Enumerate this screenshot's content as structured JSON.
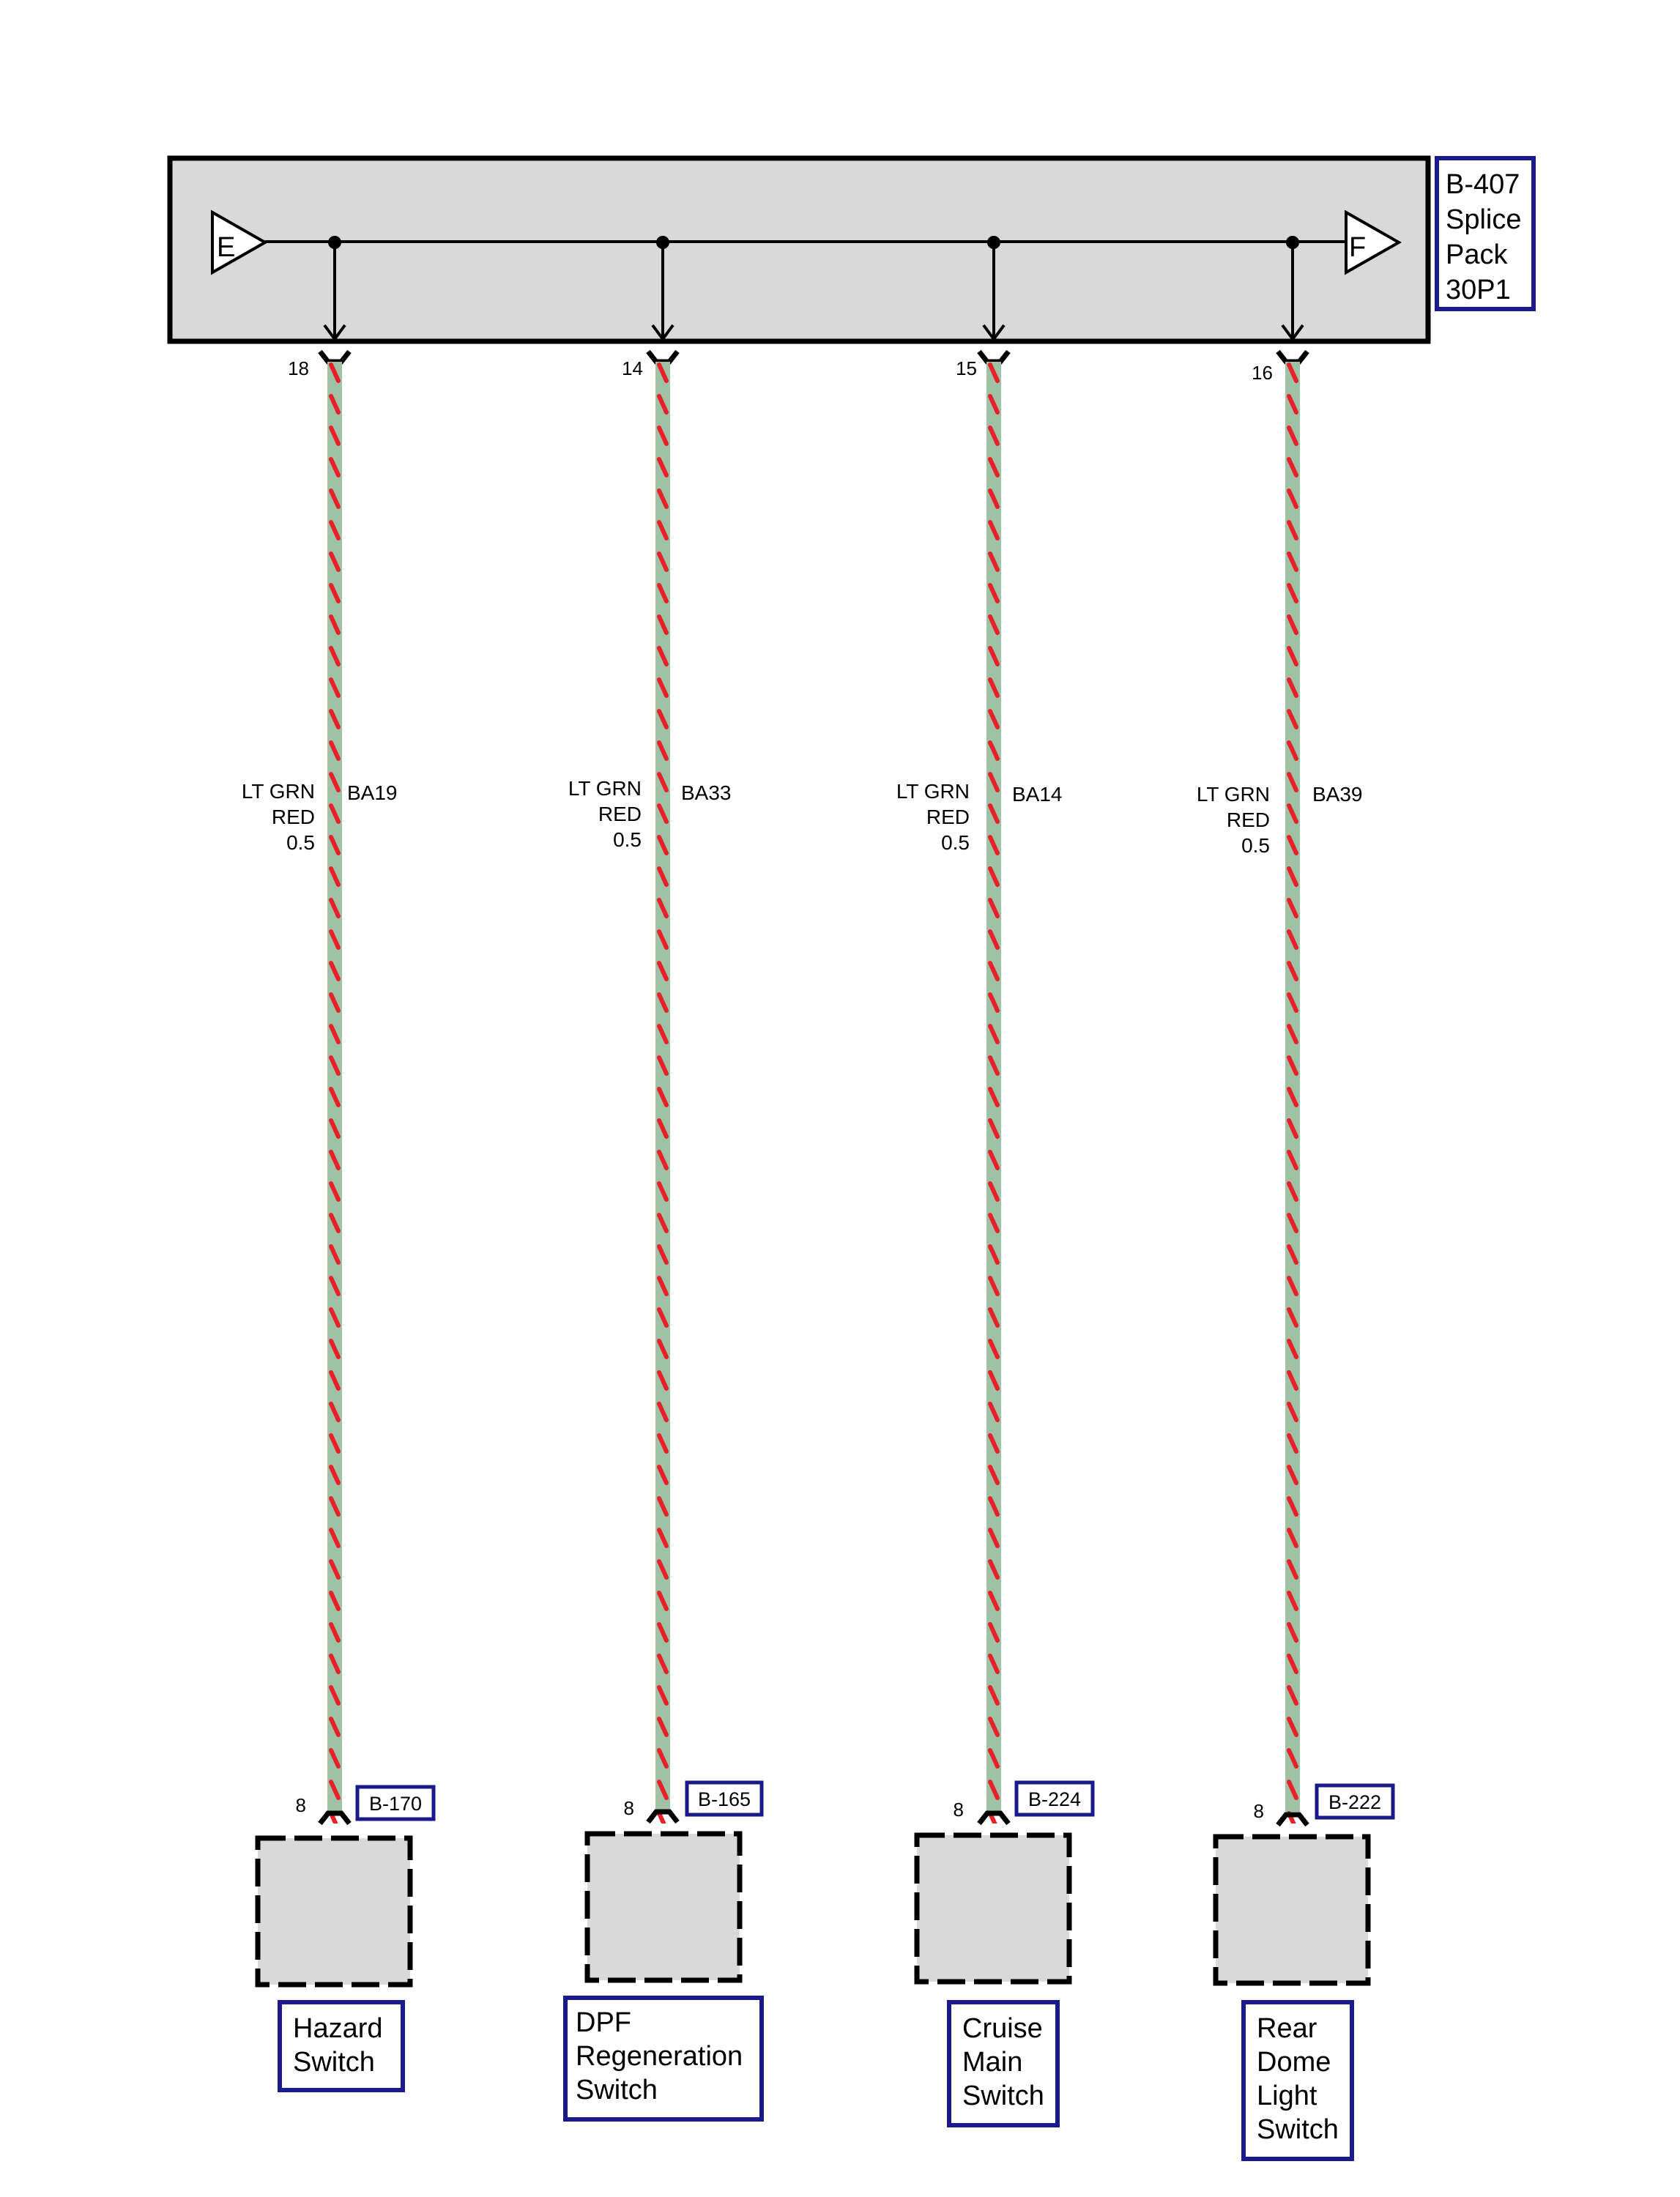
{
  "splice_pack": {
    "label_lines": [
      "B-407",
      "Splice",
      "Pack",
      "30P1"
    ],
    "input_flag": "E",
    "output_flag": "F"
  },
  "colors": {
    "wire_base": "#9fc1a6",
    "wire_stripe": "#e8202a",
    "splice_fill": "#d9d9d9",
    "component_fill": "#d9d9d9",
    "label_border": "#1a1a8c"
  },
  "circuits": [
    {
      "splice_pin": "18",
      "circuit": "BA19",
      "wire_color_lines": [
        "LT GRN",
        "RED",
        "0.5"
      ],
      "connector": "B-170",
      "component_pin": "8",
      "component_lines": [
        "Hazard",
        "Switch"
      ]
    },
    {
      "splice_pin": "14",
      "circuit": "BA33",
      "wire_color_lines": [
        "LT GRN",
        "RED",
        "0.5"
      ],
      "connector": "B-165",
      "component_pin": "8",
      "component_lines": [
        "DPF",
        "Regeneration",
        "Switch"
      ]
    },
    {
      "splice_pin": "15",
      "circuit": "BA14",
      "wire_color_lines": [
        "LT GRN",
        "RED",
        "0.5"
      ],
      "connector": "B-224",
      "component_pin": "8",
      "component_lines": [
        "Cruise",
        "Main",
        "Switch"
      ]
    },
    {
      "splice_pin": "16",
      "circuit": "BA39",
      "wire_color_lines": [
        "LT GRN",
        "RED",
        "0.5"
      ],
      "connector": "B-222",
      "component_pin": "8",
      "component_lines": [
        "Rear",
        "Dome",
        "Light",
        "Switch"
      ]
    }
  ]
}
